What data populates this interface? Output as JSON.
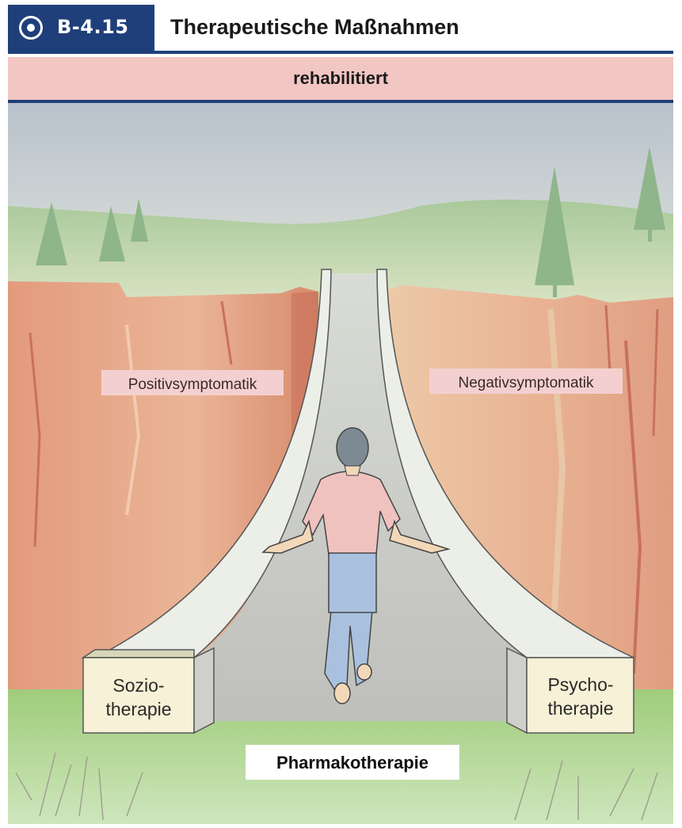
{
  "header": {
    "figure_number": "B-4.15",
    "title": "Therapeutische Maßnahmen"
  },
  "goal_label": "rehabilitiert",
  "cliff_labels": {
    "left": "Positivsymptomatik",
    "right": "Negativsymptomatik"
  },
  "pillars": {
    "left": [
      "Sozio-",
      "therapie"
    ],
    "right": [
      "Psycho-",
      "therapie"
    ]
  },
  "bridge_label": "Pharmakotherapie",
  "colors": {
    "header_blue": "#1f3f7a",
    "goal_pink": "#f2c6c2",
    "cliff_orange": "#e8a98a",
    "grass_green": "#9fcc7a",
    "bridge_grey": "#d6d6d2"
  }
}
